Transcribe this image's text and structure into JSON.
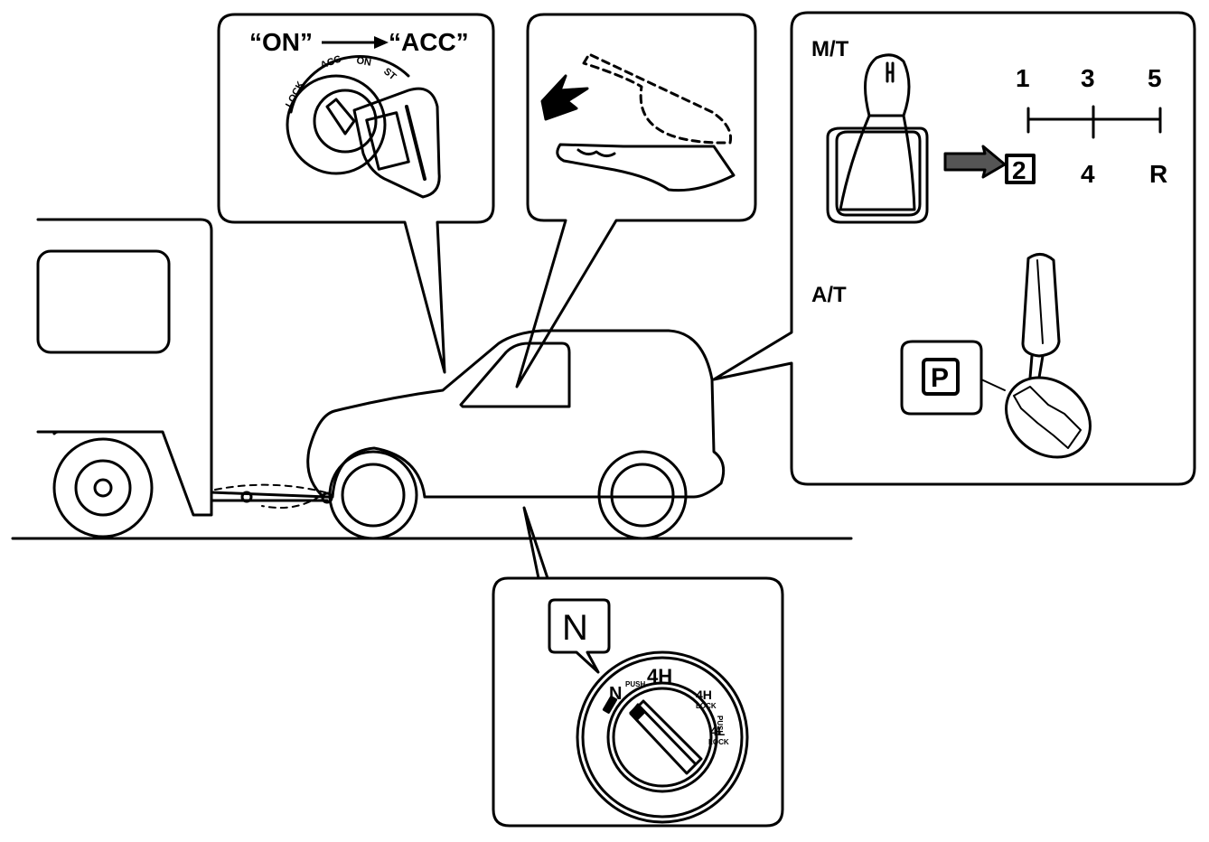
{
  "ignition": {
    "from_label": "“ON”",
    "to_label": "“ACC”",
    "dial_lock": "LOCK",
    "dial_acc": "ACC",
    "dial_on": "ON",
    "dial_start": "ST"
  },
  "transmission": {
    "mt_label": "M/T",
    "gear_top": [
      "1",
      "3",
      "5"
    ],
    "gear_selected": "2",
    "gear_bottom": [
      "4",
      "R"
    ],
    "at_label": "A/T",
    "at_position": "P"
  },
  "transfer": {
    "callout": "N",
    "pos_n": "N",
    "pos_4h": "4H",
    "push_top": "PUSH",
    "pos_4h_lock": "4H",
    "lock_1": "LOCK",
    "push_side": "PUSH",
    "pos_4l_lock": "4L",
    "lock_2": "LOCK"
  }
}
